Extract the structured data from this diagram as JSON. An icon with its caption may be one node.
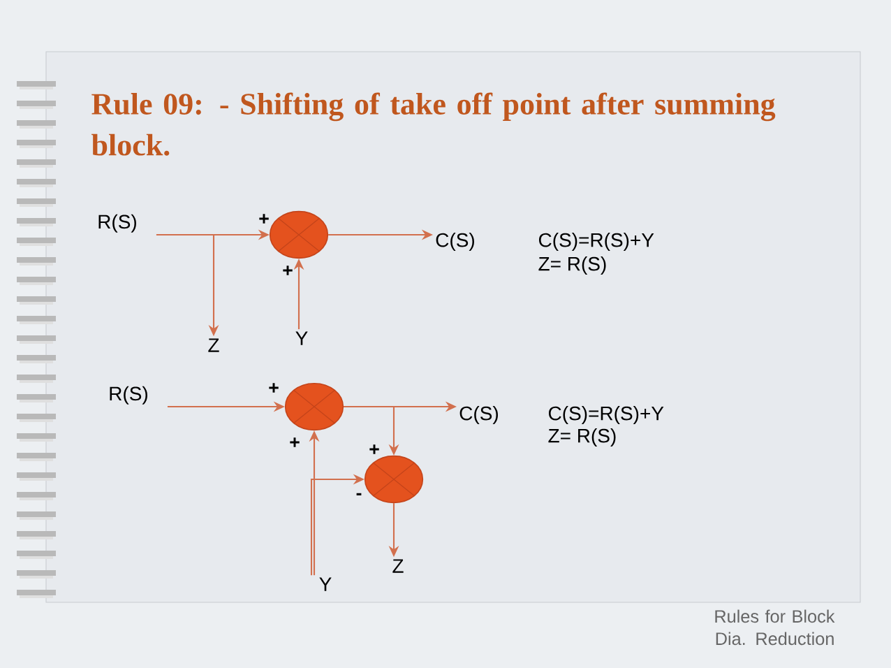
{
  "diagram": {
    "title": "Rule 09: - Shifting of take off point after summing block.",
    "nodes": [
      {
        "text": [
          "R(S)"
        ]
      },
      {
        "text": [],
        "shape": "circle"
      },
      {
        "text": [
          "C(S)"
        ]
      },
      {
        "text": [
          "Z"
        ]
      },
      {
        "text": [
          "Y"
        ]
      },
      {
        "text": [
          "R(S)"
        ]
      },
      {
        "text": [],
        "shape": "circle"
      },
      {
        "text": [
          "C(S)"
        ]
      },
      {
        "text": [],
        "shape": "circle"
      },
      {
        "text": [
          "Z"
        ]
      },
      {
        "text": [
          "Y"
        ]
      }
    ],
    "edges": [
      {
        "from": 0,
        "to": 1,
        "arrow": "to",
        "label": "+"
      },
      {
        "from": 0,
        "to": 3,
        "arrow": "to"
      },
      {
        "from": 1,
        "to": 2,
        "arrow": "to"
      },
      {
        "from": 4,
        "to": 1,
        "arrow": "to",
        "label": "+"
      },
      {
        "from": 5,
        "to": 6,
        "arrow": "to",
        "label": "+"
      },
      {
        "from": 6,
        "to": 7,
        "arrow": "to"
      },
      {
        "from": 6,
        "to": 8,
        "arrow": "to",
        "label": "+"
      },
      {
        "from": 10,
        "to": 6,
        "arrow": "to",
        "label": "+"
      },
      {
        "from": 10,
        "to": 8,
        "arrow": "to",
        "label": "-"
      },
      {
        "from": 8,
        "to": 9,
        "arrow": "to"
      }
    ],
    "labels": [
      "C(S)=R(S)+Y",
      "Z= R(S)",
      "C(S)=R(S)+Y",
      "Z= R(S)",
      "Rules for Block Dia. Reduction"
    ]
  }
}
